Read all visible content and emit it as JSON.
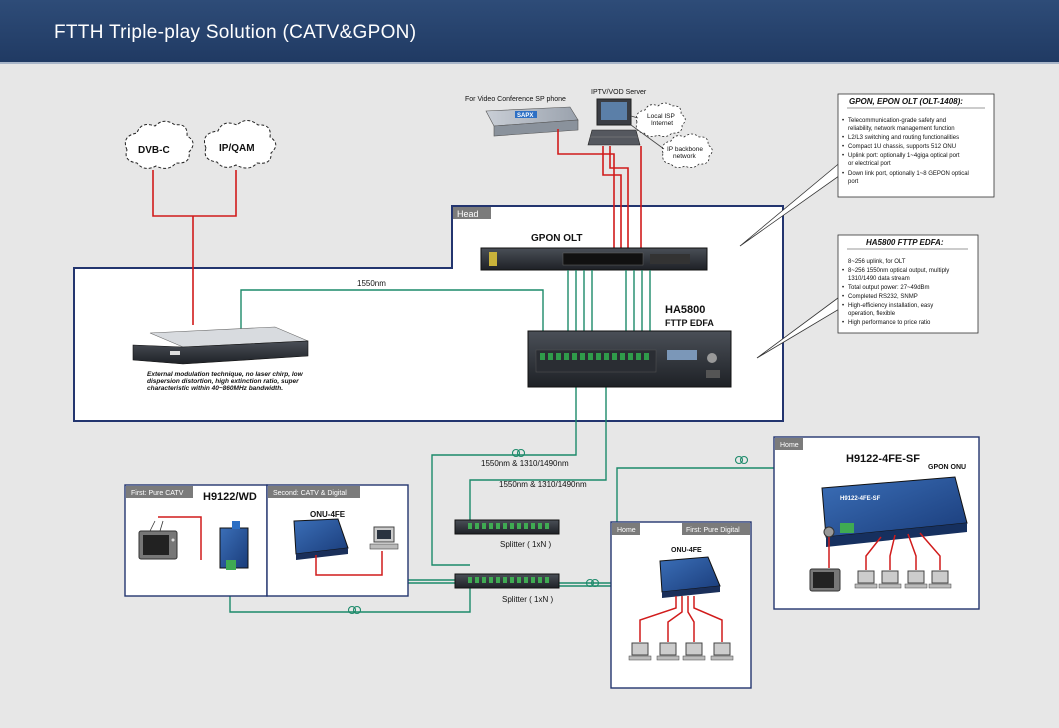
{
  "page_title": "FTTH Triple-play Solution (CATV&GPON)",
  "clouds": {
    "dvbc": "DVB-C",
    "ipqam": "IP/QAM",
    "local_isp": [
      "Local ISP",
      "Internet"
    ],
    "ip_backbone": [
      "IP backbone",
      "network"
    ]
  },
  "top_devices": {
    "video_conf": "For Video Conference SP phone",
    "sapx_label": "SAPX",
    "iptv": "IPTV/VOD Server"
  },
  "head": {
    "tag": "Head",
    "gpon_olt": "GPON OLT",
    "ha5800": "HA5800",
    "fttp_edfa": "FTTP EDFA",
    "wavelength_1550": "1550nm",
    "transmitter_desc": [
      "External modulation technique, no laser chirp, low",
      "dispersion distortion, high extinction ratio, super",
      "characteristic within 40~860MHz bandwidth."
    ]
  },
  "olt_callout": {
    "title": "GPON, EPON OLT (OLT-1408):",
    "items": [
      [
        "Telecommunication-grade safety and",
        "reliability, network management function"
      ],
      [
        "L2/L3 switching and routing functionalities"
      ],
      [
        "Compact 1U chassis, supports 512 ONU"
      ],
      [
        "Uplink port: optionally 1~4giga optical port",
        "or electrical port"
      ],
      [
        "Down link port, optionally 1~8 GEPON optical",
        "port"
      ]
    ]
  },
  "edfa_callout": {
    "title": "HA5800 FTTP EDFA:",
    "items": [
      [
        "8~256 uplink, for OLT"
      ],
      [
        "8~256 1550nm optical output, multiply",
        "1310/1490 data stream"
      ],
      [
        "Total output power: 27~49dBm"
      ],
      [
        "Completed RS232, SNMP"
      ],
      [
        "High-efficiency installation, easy",
        "operation, flexible"
      ],
      [
        "High performance to price ratio"
      ]
    ]
  },
  "links": {
    "label_a": "1550nm & 1310/1490nm",
    "label_b": "1550nm & 1310/1490nm"
  },
  "splitters": {
    "top": "Splitter ( 1xN )",
    "bottom": "Splitter ( 1xN )"
  },
  "first_box": {
    "tag": "First: Pure CATV",
    "model": "H9122/WD"
  },
  "second_box": {
    "tag": "Second: CATV & Digital",
    "device": "ONU-4FE"
  },
  "home_left": {
    "tag": "Home",
    "tag2": "First: Pure Digital",
    "device": "ONU-4FE"
  },
  "home_right": {
    "tag": "Home",
    "model": "H9122-4FE-SF",
    "sub": "GPON ONU",
    "device_label": "H9122-4FE-SF"
  },
  "colors": {
    "header": "#24416b",
    "head_border": "#23356f",
    "red": "#d11b1b",
    "green": "#1c8a6a"
  }
}
